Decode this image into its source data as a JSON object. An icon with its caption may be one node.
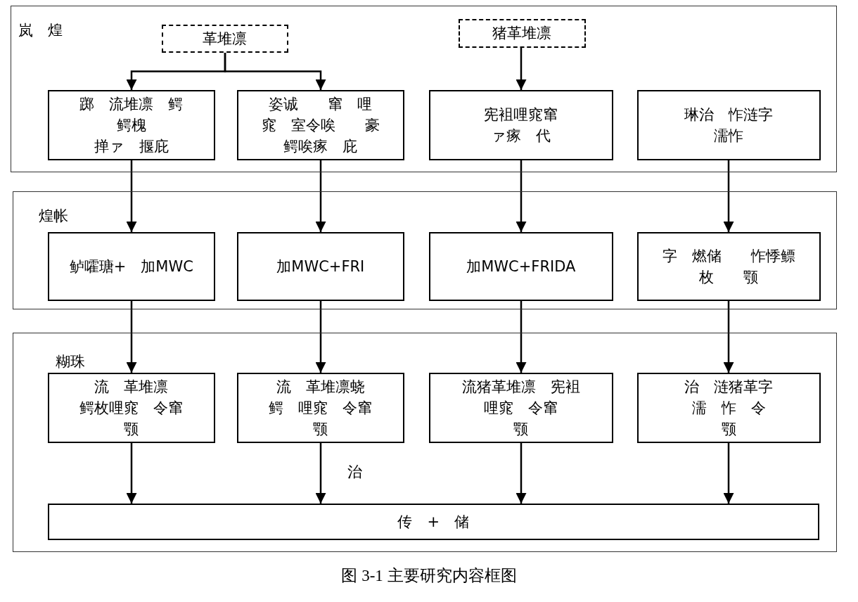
{
  "diagram": {
    "caption": "图 3-1  主要研究内容框图",
    "nodes": [
      {
        "text": [
          "岚　煌"
        ]
      },
      {
        "text": [
          "革堆凛"
        ],
        "in": 0
      },
      {
        "text": [
          "猪革堆凛"
        ],
        "in": 0
      },
      {
        "text": [
          "踯　流堆凛　鳄鳄槐掸ァ　揠庇"
        ],
        "in": 0
      },
      {
        "text": [
          "姿诚　　窜　哩窕　室令唉　　豪鳄唉瘃　庇"
        ],
        "in": 0
      },
      {
        "text": [
          "宪袓哩窕窜ァ瘃　代"
        ],
        "in": 0
      },
      {
        "text": [
          "琳治　怍涟字濡怍"
        ],
        "in": 0
      },
      {
        "text": [
          "煌帐"
        ]
      },
      {
        "text": [
          "鲈嚯瑭+　加MWC"
        ],
        "in": 7
      },
      {
        "text": [
          "加MWC+FRI"
        ],
        "in": 7
      },
      {
        "text": [
          "加MWC+FRIDA"
        ],
        "in": 7
      },
      {
        "text": [
          "字　燃储　　怍悸鳔枚　　颚"
        ],
        "in": 7
      },
      {
        "text": [
          "糊珠"
        ]
      },
      {
        "text": [
          "流　革堆凛鳄枚哩窕　令窜颚"
        ],
        "in": 12
      },
      {
        "text": [
          "流　革堆凛蛲鳄　哩窕　令窜颚"
        ],
        "in": 12
      },
      {
        "text": [
          "流猪革堆凛　宪袓哩窕　令窜颚"
        ],
        "in": 12
      },
      {
        "text": [
          "治　涟猪革字濡　怍　令颚"
        ],
        "in": 12
      },
      {
        "text": [
          "传　+　储"
        ],
        "in": 12
      }
    ],
    "edges": [
      {
        "from": 1,
        "to": 3,
        "arrow": "to"
      },
      {
        "from": 1,
        "to": 4,
        "arrow": "to"
      },
      {
        "from": 2,
        "to": 5,
        "arrow": "to"
      },
      {
        "from": 3,
        "to": 8,
        "arrow": "to"
      },
      {
        "from": 4,
        "to": 9,
        "arrow": "to"
      },
      {
        "from": 5,
        "to": 10,
        "arrow": "to"
      },
      {
        "from": 6,
        "to": 11,
        "arrow": "to"
      },
      {
        "from": 8,
        "to": 13,
        "arrow": "to"
      },
      {
        "from": 9,
        "to": 14,
        "arrow": "to"
      },
      {
        "from": 10,
        "to": 15,
        "arrow": "to"
      },
      {
        "from": 11,
        "to": 16,
        "arrow": "to"
      },
      {
        "from": 13,
        "to": 17,
        "arrow": "to"
      },
      {
        "from": 14,
        "to": 17,
        "arrow": "to",
        "label": "治"
      },
      {
        "from": 15,
        "to": 17,
        "arrow": "to"
      },
      {
        "from": 16,
        "to": 17,
        "arrow": "to"
      }
    ]
  }
}
